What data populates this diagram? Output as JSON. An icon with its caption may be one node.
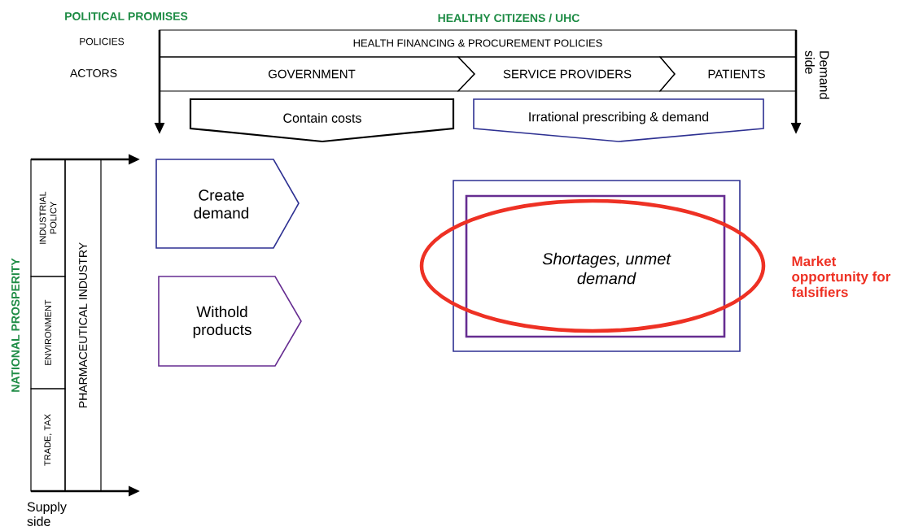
{
  "diagram": {
    "nodes": [
      {
        "text": [
          "HEALTH FINANCING & PROCUREMENT POLICIES"
        ]
      },
      {
        "text": [
          "GOVERNMENT"
        ]
      },
      {
        "text": [
          "SERVICE PROVIDERS"
        ]
      },
      {
        "text": [
          "PATIENTS"
        ]
      },
      {
        "text": [
          "Contain costs"
        ]
      },
      {
        "text": [
          "Irrational prescribing & demand"
        ]
      },
      {
        "text": [
          "Create demand"
        ]
      },
      {
        "text": [
          "Withold products"
        ]
      },
      {
        "text": [],
        "shape": "box"
      },
      {
        "text": [
          "Shortages, unmet demand"
        ],
        "in": 8
      },
      {
        "text": [
          "INDUSTRIAL POLICY"
        ]
      },
      {
        "text": [
          "ENVIRONMENT"
        ]
      },
      {
        "text": [
          "TRADE, TAX"
        ]
      },
      {
        "text": [
          "PHARMACEUTICAL INDUSTRY"
        ]
      }
    ],
    "labels": [
      "POLITICAL PROMISES",
      "HEALTHY CITIZENS / UHC",
      "POLICIES",
      "ACTORS",
      "Demand side",
      "NATIONAL PROSPERITY",
      "Market opportunity for falsifiers",
      "Supply side"
    ]
  }
}
